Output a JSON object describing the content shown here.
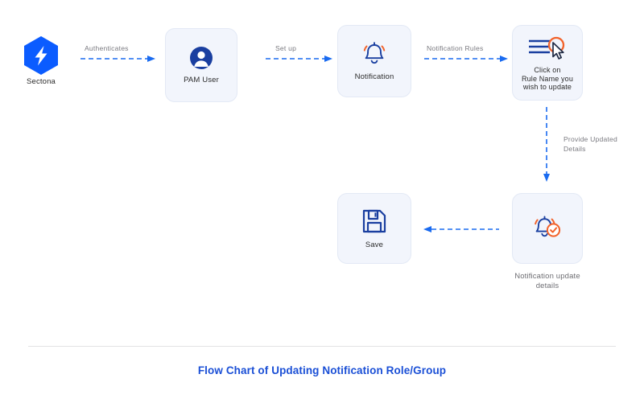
{
  "diagram": {
    "title": "Flow Chart of Updating Notification Role/Group",
    "accent_blue": "#0B5CFF",
    "icon_blue": "#1A3FA0",
    "icon_orange": "#F2622A",
    "box_fill": "#F2F5FC",
    "label_gray": "#7A7A80",
    "title_color": "#1A4FD6"
  },
  "nodes": {
    "sectona": {
      "label": "Sectona",
      "icon": "sectona-hexagon-bolt-icon"
    },
    "pam_user": {
      "label": "PAM User",
      "icon": "user-avatar-icon"
    },
    "notification": {
      "label": "Notification",
      "icon": "bell-ringing-icon"
    },
    "rule_name": {
      "label": "Click on\nRule Name you\nwish to update",
      "icon": "list-cursor-click-icon"
    },
    "notification_update": {
      "label": "Notification update\ndetails",
      "icon": "bell-check-icon"
    },
    "save": {
      "label": "Save",
      "icon": "floppy-disk-save-icon"
    }
  },
  "connectors": {
    "authenticates": {
      "label": "Authenticates",
      "direction": "right"
    },
    "setup": {
      "label": "Set up",
      "direction": "right"
    },
    "notification_rules": {
      "label": "Notification Rules",
      "direction": "right"
    },
    "provide_updated_details": {
      "label": "Provide Updated\nDetails",
      "direction": "down"
    },
    "back_to_save": {
      "label": "",
      "direction": "left"
    }
  }
}
